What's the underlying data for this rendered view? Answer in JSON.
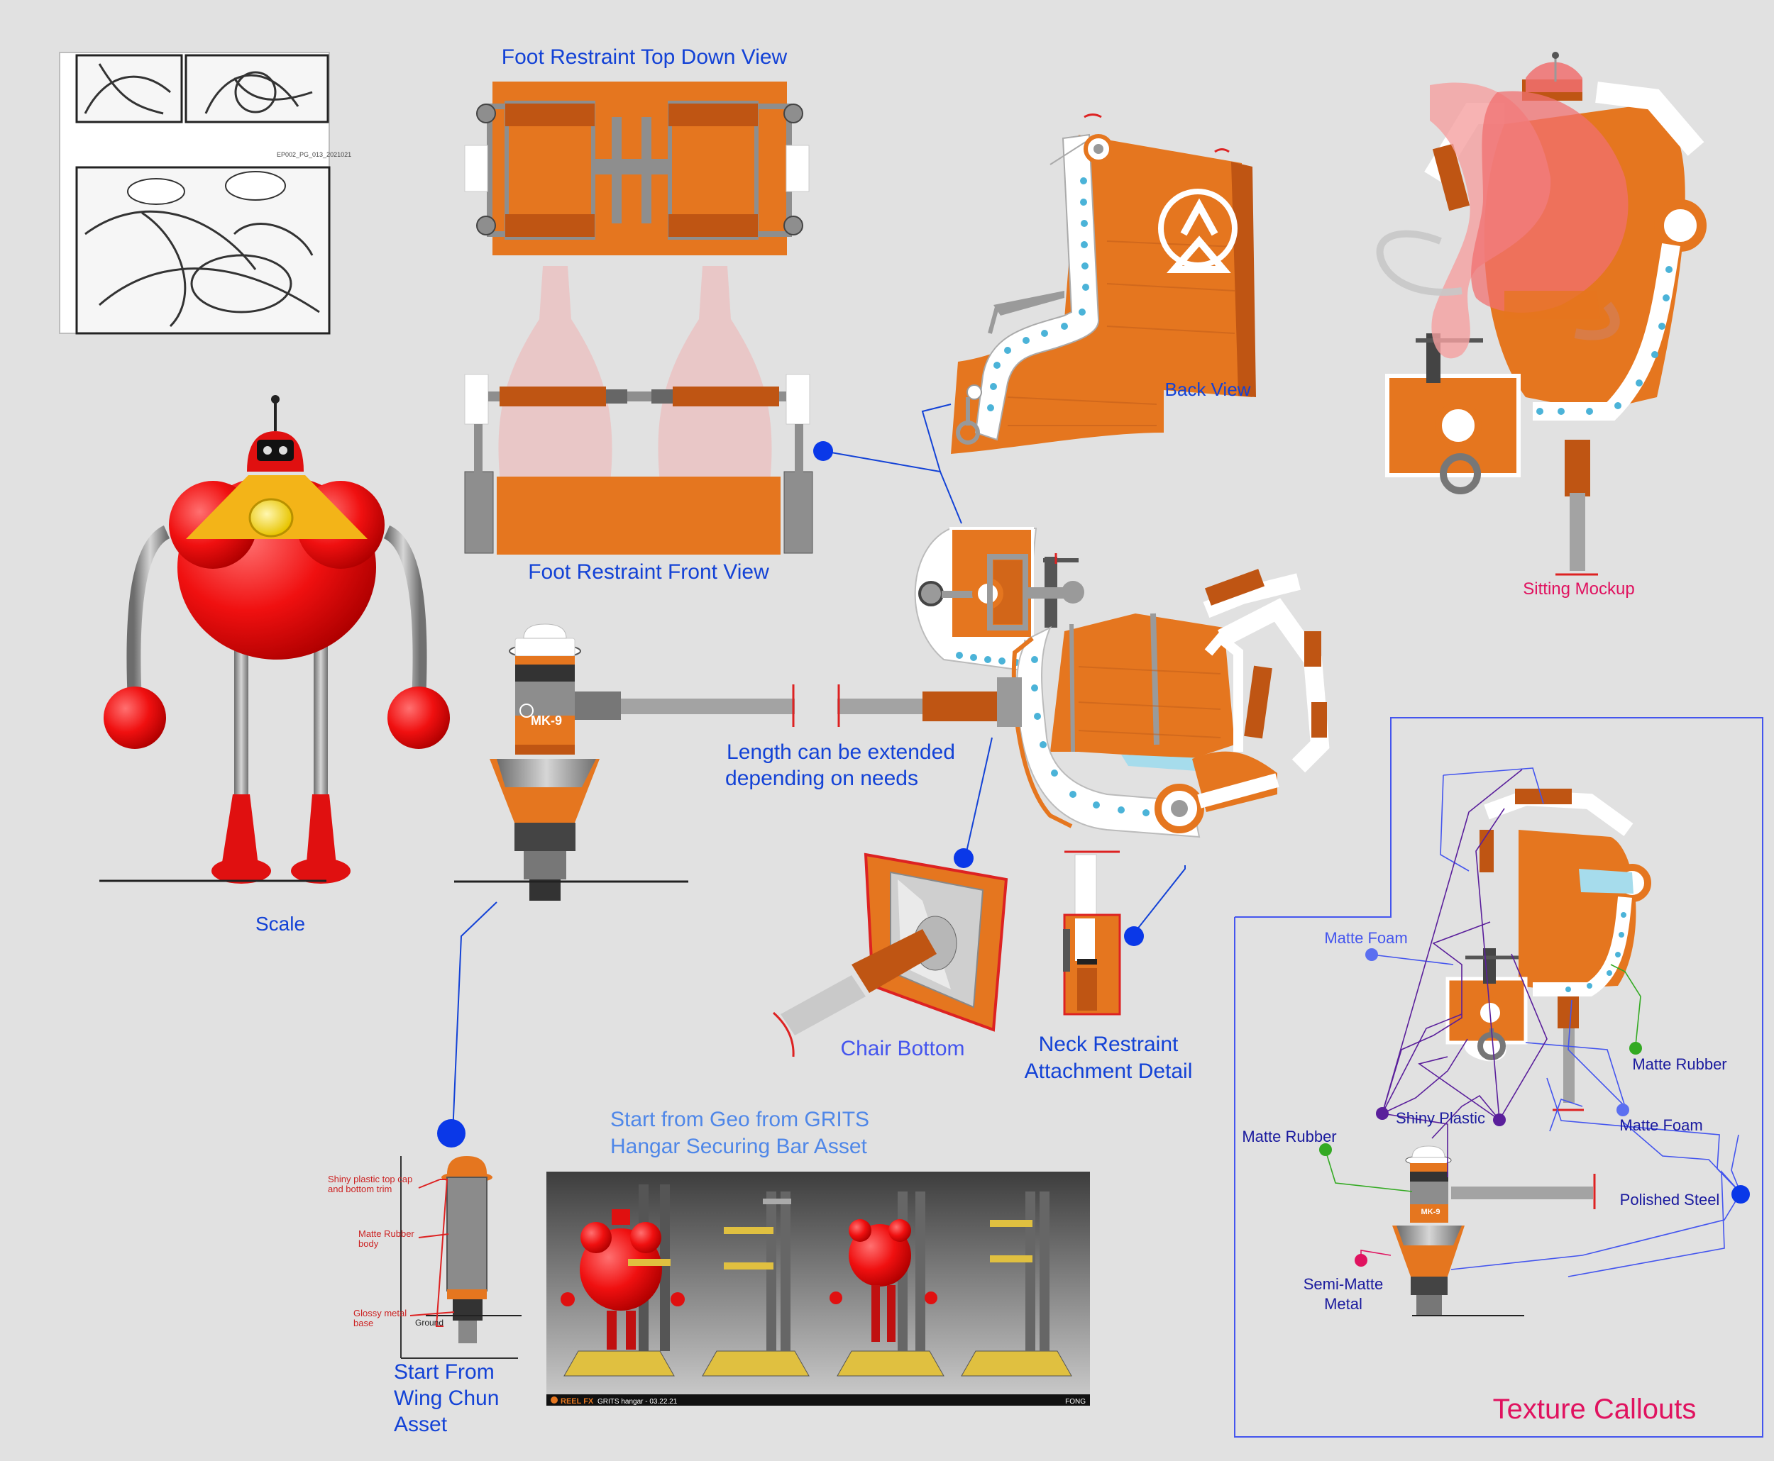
{
  "colors": {
    "background": "#e1e1e1",
    "orange": "#e5761f",
    "dark_orange": "#bf5513",
    "white_trim": "#ffffff",
    "gray_metal": "#9a9a9a",
    "dark_metal": "#555555",
    "robot_red": "#f01010",
    "robot_yellow": "#f3b418",
    "label_blue": "#1342d6",
    "callout_blue": "#4455ee",
    "callout_purple": "#5a1f9b",
    "callout_green": "#33aa22",
    "callout_pink": "#e0125f",
    "annotation_red": "#cc2222"
  },
  "storyboard": {
    "code_text": "EP002_PG_013_2021021"
  },
  "labels": {
    "foot_top_view": "Foot Restraint Top Down View",
    "foot_front_view": "Foot Restraint Front View",
    "back_view": "Back View",
    "sitting_mockup": "Sitting Mockup",
    "scale": "Scale",
    "length_line1": "Length can be extended",
    "length_line2": "depending on needs",
    "chair_bottom": "Chair Bottom",
    "neck_line1": "Neck Restraint",
    "neck_line2": "Attachment Detail",
    "geo_line1": "Start from Geo from GRITS",
    "geo_line2": "Hangar Securing Bar Asset",
    "wing_line1": "Start From",
    "wing_line2": "Wing Chun",
    "wing_line3": "Asset",
    "texture_callouts": "Texture Callouts",
    "mk9": "MK-9"
  },
  "wing_annotations": {
    "top_cap_line1": "Shiny plastic top cap",
    "top_cap_line2": "and bottom trim",
    "body_line1": "Matte Rubber",
    "body_line2": "body",
    "base_line1": "Glossy metal",
    "base_line2": "base",
    "ground": "Ground"
  },
  "texture_callouts": {
    "matte_foam_1": "Matte Foam",
    "matte_rubber_1": "Matte Rubber",
    "shiny_plastic": "Shiny Plastic",
    "matte_foam_2": "Matte Foam",
    "matte_rubber_2": "Matte Rubber",
    "polished_steel": "Polished Steel",
    "semi_matte_line1": "Semi-Matte",
    "semi_matte_line2": "Metal"
  },
  "render_strip": {
    "brand": "REEL FX",
    "caption": "GRITS hangar - 03.22.21",
    "artist": "FONG"
  }
}
